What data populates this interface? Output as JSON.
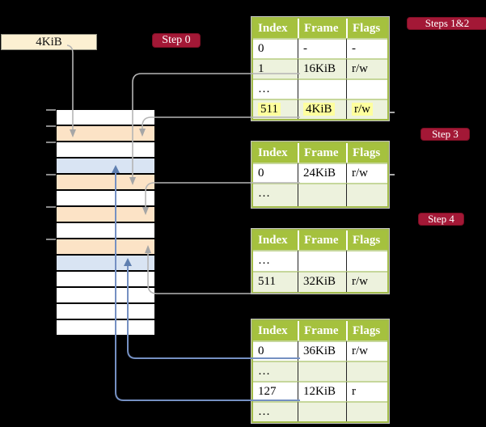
{
  "colors": {
    "background": "#000000",
    "accent_green": "#a5c13e",
    "row_green": "#edf2dd",
    "badge_red": "#a31836",
    "peach_row": "#fce3c6",
    "blue_row": "#d9e4f3",
    "highlight_yellow": "#feff9e",
    "pointer_gray": "#b5b5b5",
    "pointer_blue": "#7590c2",
    "frame_box_cream": "#fcf0d2"
  },
  "frame_label": {
    "text": "4KiB"
  },
  "badges": {
    "step0": "Step 0",
    "steps12": "Steps 1&2",
    "step3": "Step 3",
    "step4": "Step 4"
  },
  "table_headers": [
    "Index",
    "Frame",
    "Flags"
  ],
  "tables": {
    "level0": {
      "rows": [
        [
          "0",
          "-",
          "-"
        ],
        [
          "1",
          "16KiB",
          "r/w"
        ],
        [
          "…",
          "",
          ""
        ],
        [
          "511",
          "4KiB",
          "r/w"
        ]
      ]
    },
    "level1": {
      "rows": [
        [
          "0",
          "24KiB",
          "r/w"
        ],
        [
          "…",
          "",
          ""
        ]
      ]
    },
    "level2": {
      "rows": [
        [
          "…",
          "",
          ""
        ],
        [
          "511",
          "32KiB",
          "r/w"
        ]
      ]
    },
    "level3": {
      "rows": [
        [
          "0",
          "36KiB",
          "r/w"
        ],
        [
          "…",
          "",
          ""
        ],
        [
          "127",
          "12KiB",
          "r"
        ],
        [
          "…",
          "",
          ""
        ]
      ]
    }
  },
  "memory_stack": {
    "rows": [
      "white",
      "peach",
      "white",
      "blue",
      "peach",
      "white",
      "peach",
      "white",
      "peach",
      "blue",
      "white",
      "white",
      "white",
      "white"
    ]
  }
}
